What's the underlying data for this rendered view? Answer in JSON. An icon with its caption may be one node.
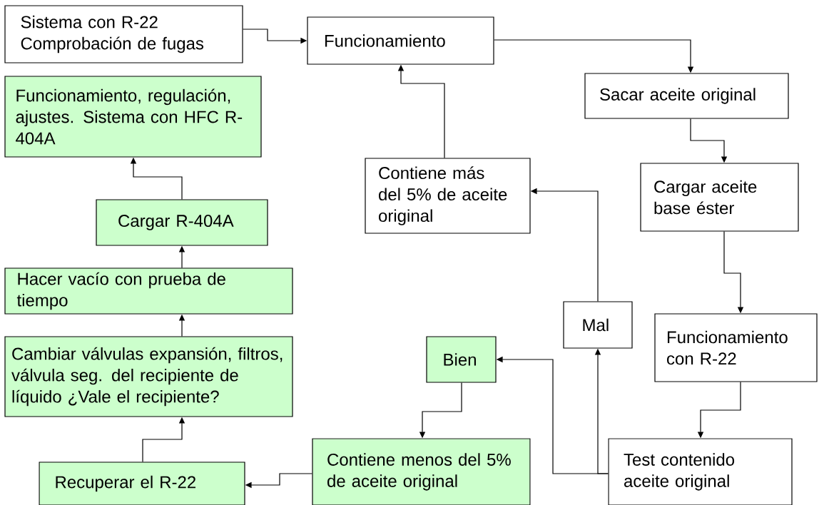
{
  "diagram": {
    "nodes": [
      {
        "text": [
          "Sistema con R-22 Comprobación de fugas"
        ]
      },
      {
        "text": [
          "Funcionamiento"
        ]
      },
      {
        "text": [
          "Funcionamiento, regulación, ajustes. Sistema con HFC R-404A"
        ]
      },
      {
        "text": [
          "Sacar aceite original"
        ]
      },
      {
        "text": [
          "Contiene más del 5% de aceite original"
        ]
      },
      {
        "text": [
          "Cargar R-404A"
        ]
      },
      {
        "text": [
          "Cargar aceite base éster"
        ]
      },
      {
        "text": [
          "Hacer vacío con prueba de tiempo"
        ]
      },
      {
        "text": [
          "Mal"
        ]
      },
      {
        "text": [
          "Bien"
        ]
      },
      {
        "text": [
          "Cambiar válvulas expansión, filtros, válvula seg. del recipiente de líquido ¿Vale el recipiente?"
        ]
      },
      {
        "text": [
          "Funcionamiento con R-22"
        ]
      },
      {
        "text": [
          "Contiene menos del 5% de aceite original"
        ]
      },
      {
        "text": [
          "Recuperar el R-22"
        ]
      },
      {
        "text": [
          "Test contenido aceite original"
        ]
      }
    ],
    "edges": [
      {
        "from": 0,
        "to": 1,
        "arrow": "to"
      },
      {
        "from": 1,
        "to": 3,
        "arrow": "to"
      },
      {
        "from": 3,
        "to": 6,
        "arrow": "to"
      },
      {
        "from": 6,
        "to": 11,
        "arrow": "to"
      },
      {
        "from": 11,
        "to": 14,
        "arrow": "to"
      },
      {
        "from": 14,
        "to": 8,
        "arrow": "to"
      },
      {
        "from": 14,
        "to": 9,
        "arrow": "to"
      },
      {
        "from": 8,
        "to": 4,
        "arrow": "to"
      },
      {
        "from": 4,
        "to": 1,
        "arrow": "to"
      },
      {
        "from": 9,
        "to": 12,
        "arrow": "to"
      },
      {
        "from": 12,
        "to": 13,
        "arrow": "to"
      },
      {
        "from": 13,
        "to": 10,
        "arrow": "to"
      },
      {
        "from": 10,
        "to": 7,
        "arrow": "to"
      },
      {
        "from": 7,
        "to": 5,
        "arrow": "to"
      },
      {
        "from": 5,
        "to": 2,
        "arrow": "to"
      }
    ]
  }
}
